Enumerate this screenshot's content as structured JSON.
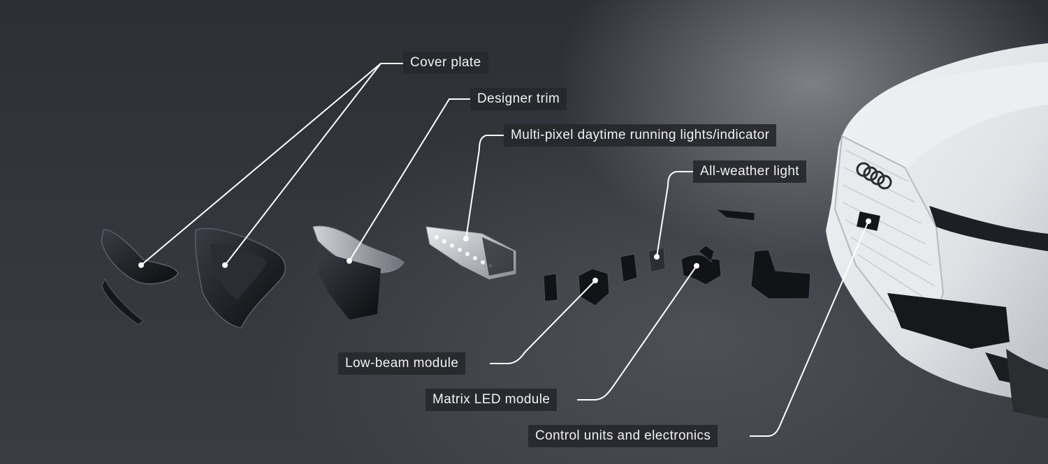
{
  "labels": {
    "cover_plate": "Cover plate",
    "designer_trim": "Designer trim",
    "daytime_running_lights": "Multi-pixel daytime running lights/indicator",
    "all_weather_light": "All-weather light",
    "low_beam_module": "Low-beam module",
    "matrix_led_module": "Matrix LED module",
    "control_units": "Control units and electronics"
  },
  "colors": {
    "leader_line": "#ffffff",
    "label_background": "#26282d",
    "label_text": "#f2f2f2"
  }
}
